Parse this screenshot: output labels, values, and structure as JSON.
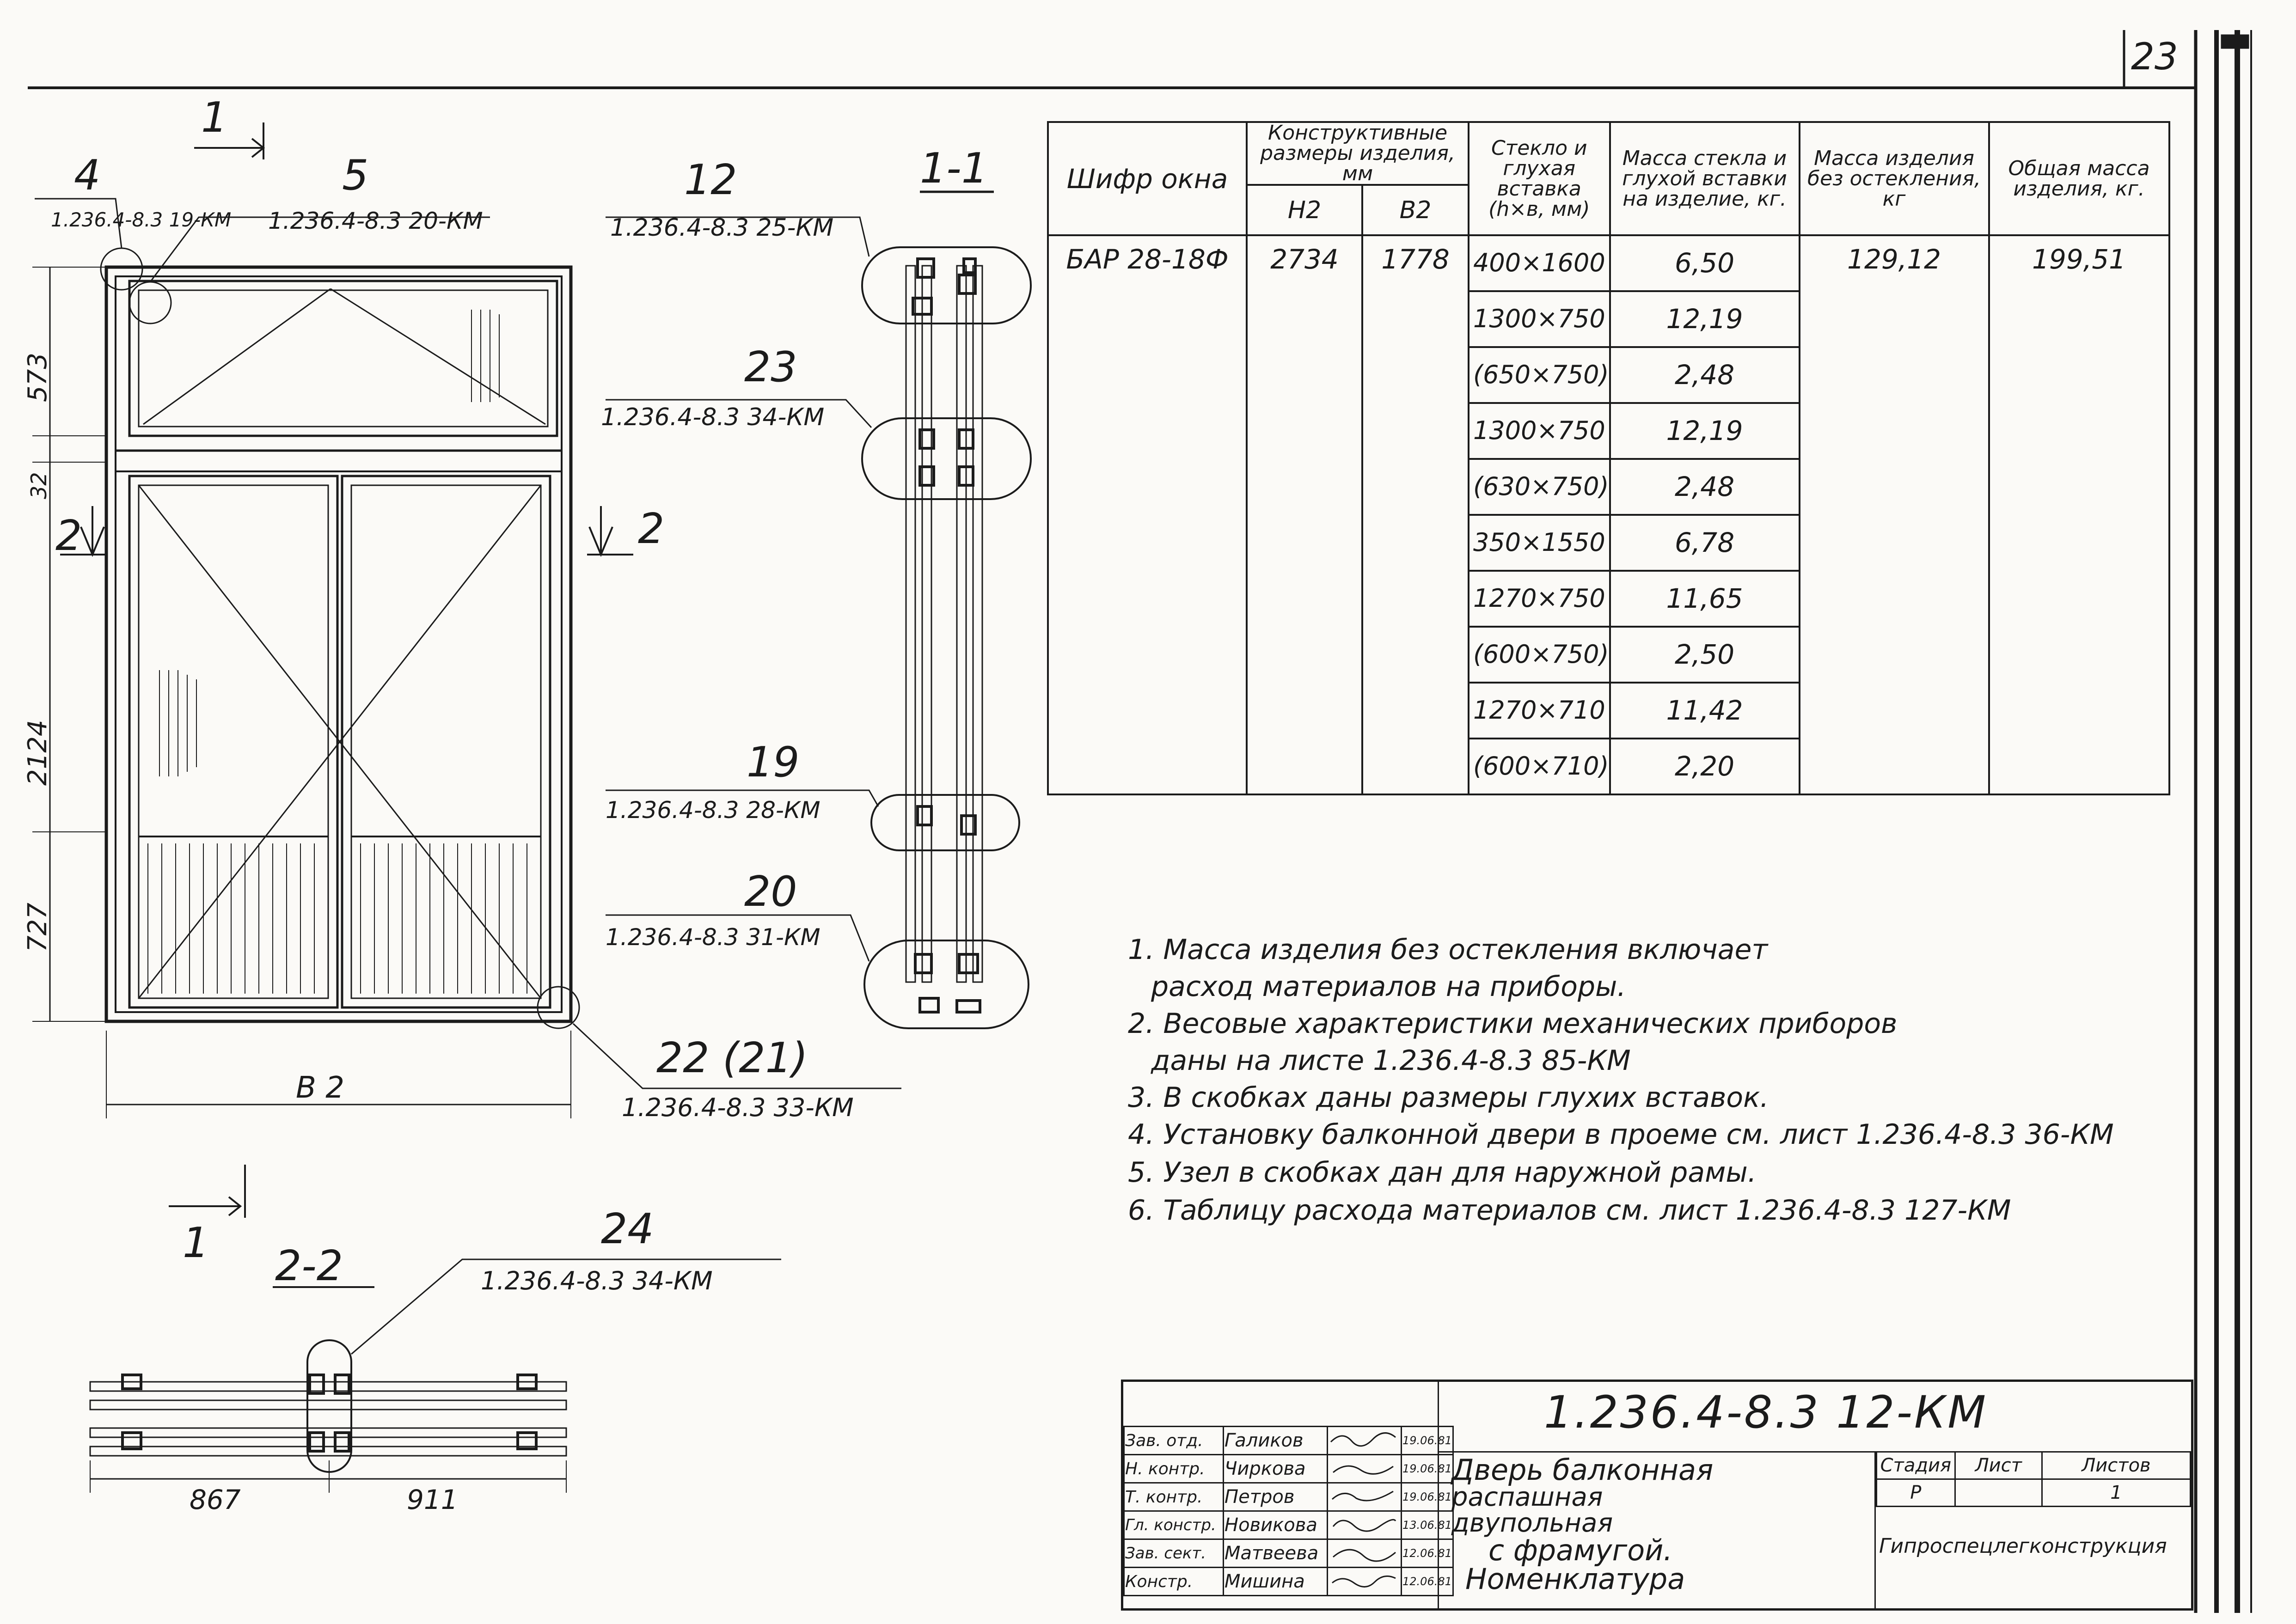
{
  "sheet_number": "23",
  "main_view": {
    "cut_marks": {
      "cut_1": "1",
      "cut_2": "2"
    },
    "callout_4": {
      "num": "4",
      "ref": "1.236.4-8.3 19-КМ"
    },
    "callout_5": {
      "num": "5",
      "ref": "1.236.4-8.3 20-КМ"
    },
    "dim_transom": "573",
    "dim_mullion": "32",
    "dim_door_height": "2124",
    "dim_bottom_panel": "727",
    "dim_width": "B 2",
    "callout_22": {
      "num": "22 (21)",
      "ref": "1.236.4-8.3 33-КМ"
    }
  },
  "section_1_1": {
    "title": "1-1",
    "callouts": [
      {
        "num": "12",
        "ref": "1.236.4-8.3 25-КМ"
      },
      {
        "num": "23",
        "ref": "1.236.4-8.3 34-КМ"
      },
      {
        "num": "19",
        "ref": "1.236.4-8.3 28-КМ"
      },
      {
        "num": "20",
        "ref": "1.236.4-8.3 31-КМ"
      }
    ]
  },
  "section_2_2": {
    "title": "2-2",
    "cut_mark": "1",
    "callout": {
      "num": "24",
      "ref": "1.236.4-8.3 34-КМ"
    },
    "dim_left": "867",
    "dim_right": "911"
  },
  "table": {
    "headers": {
      "code": "Шифр окна",
      "dims": "Конструктивные размеры изделия, мм",
      "h": "Н2",
      "b": "В2",
      "glass": "Стекло и глухая вставка (h×в, мм)",
      "glass_mass": "Масса стекла и глухой вставки на изделие, кг.",
      "mass_no_glass": "Масса изделия без остекления, кг",
      "total_mass": "Общая масса изделия, кг."
    },
    "code": "БАР 28-18Ф",
    "h": "2734",
    "b": "1778",
    "mass_no_glass": "129,12",
    "total_mass": "199,51",
    "rows": [
      {
        "glass": "400×1600",
        "mass": "6,50"
      },
      {
        "glass": "1300×750",
        "mass": "12,19"
      },
      {
        "glass": "(650×750)",
        "mass": "2,48"
      },
      {
        "glass": "1300×750",
        "mass": "12,19"
      },
      {
        "glass": "(630×750)",
        "mass": "2,48"
      },
      {
        "glass": "350×1550",
        "mass": "6,78"
      },
      {
        "glass": "1270×750",
        "mass": "11,65"
      },
      {
        "glass": "(600×750)",
        "mass": "2,50"
      },
      {
        "glass": "1270×710",
        "mass": "11,42"
      },
      {
        "glass": "(600×710)",
        "mass": "2,20"
      }
    ]
  },
  "notes": [
    "1. Масса изделия без остекления включает",
    "расход материалов на приборы.",
    "2. Весовые характеристики механических приборов",
    "даны на листе 1.236.4-8.3 85-КМ",
    "3. В скобках даны размеры глухих вставок.",
    "4. Установку балконной двери в проеме см. лист 1.236.4-8.3 36-КМ",
    "5. Узел в скобках дан для наружной рамы.",
    "6. Таблицу расхода материалов см. лист 1.236.4-8.3 127-КМ"
  ],
  "title_block": {
    "doc_code": "1.236.4-8.3 12-КМ",
    "name_lines": [
      "Дверь балконная",
      "распашная двупольная",
      "с фрамугой.",
      "Номенклатура"
    ],
    "stage_label": "Стадия",
    "sheet_label": "Лист",
    "sheets_label": "Листов",
    "stage": "Р",
    "sheets": "1",
    "org": "Гипроспецлегконструкция",
    "staff": [
      {
        "role": "Зав. отд.",
        "name": "Галиков",
        "date": "19.06.81"
      },
      {
        "role": "Н. контр.",
        "name": "Чиркова",
        "date": "19.06.81"
      },
      {
        "role": "Т. контр.",
        "name": "Петров",
        "date": "19.06.81"
      },
      {
        "role": "Гл. констр.",
        "name": "Новикова",
        "date": "13.06.81"
      },
      {
        "role": "Зав. сект.",
        "name": "Матвеева",
        "date": "12.06.81"
      },
      {
        "role": "Констр.",
        "name": "Мишина",
        "date": "12.06.81"
      }
    ]
  }
}
